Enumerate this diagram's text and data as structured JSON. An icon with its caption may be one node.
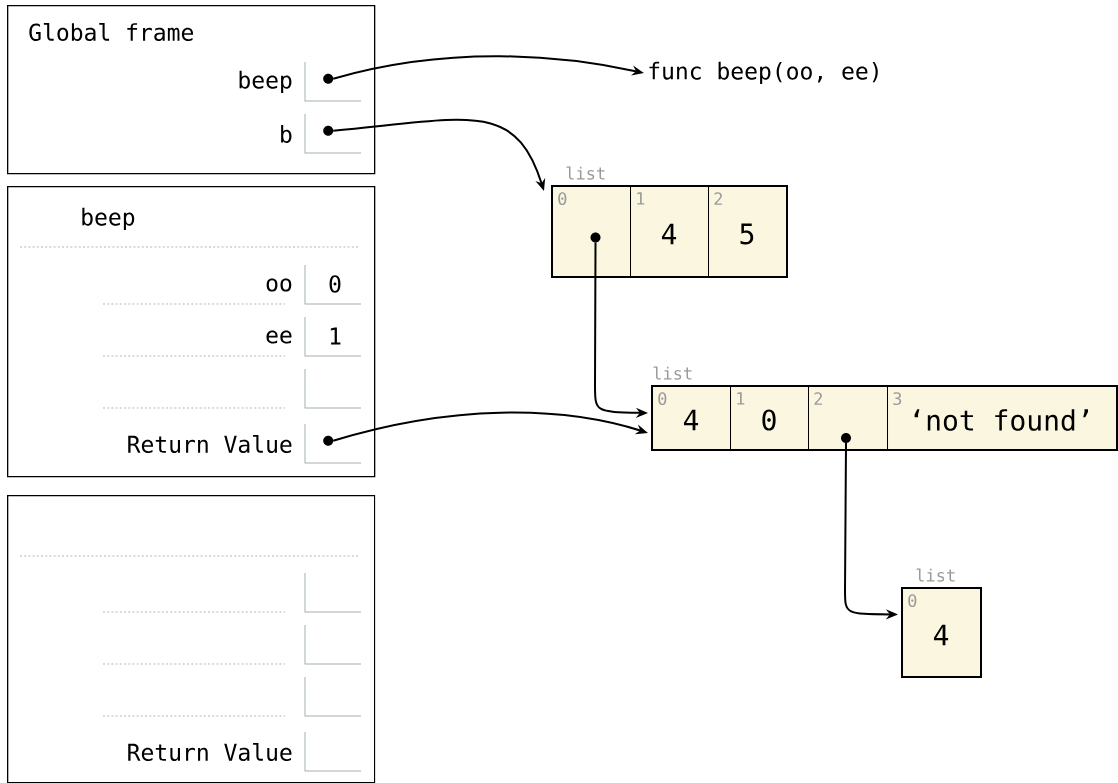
{
  "diagram": {
    "nodes": [
      {
        "text": [
          "Global frame"
        ]
      },
      {
        "text": [
          "beep"
        ],
        "in": 0
      },
      {
        "text": [
          "b"
        ],
        "in": 0
      },
      {
        "text": [
          "func beep(oo, ee)"
        ]
      },
      {
        "text": [
          "beep"
        ]
      },
      {
        "text": [
          "oo",
          "0"
        ],
        "in": 4
      },
      {
        "text": [
          "ee",
          "1"
        ],
        "in": 4
      },
      {
        "text": [],
        "shape": "box",
        "in": 4
      },
      {
        "text": [
          "Return Value"
        ],
        "in": 4
      },
      {
        "text": [],
        "shape": "box"
      },
      {
        "text": [],
        "shape": "box",
        "in": 9
      },
      {
        "text": [],
        "shape": "box",
        "in": 9
      },
      {
        "text": [],
        "shape": "box",
        "in": 9
      },
      {
        "text": [
          "Return Value"
        ],
        "in": 9
      },
      {
        "text": [
          "list"
        ]
      },
      {
        "text": [
          "0"
        ],
        "in": 14
      },
      {
        "text": [
          "1",
          "4"
        ],
        "in": 14
      },
      {
        "text": [
          "2",
          "5"
        ],
        "in": 14
      },
      {
        "text": [
          "list"
        ]
      },
      {
        "text": [
          "0",
          "4"
        ],
        "in": 18
      },
      {
        "text": [
          "1",
          "0"
        ],
        "in": 18
      },
      {
        "text": [
          "2"
        ],
        "in": 18
      },
      {
        "text": [
          "3",
          "‘not found’"
        ],
        "in": 18
      },
      {
        "text": [
          "list"
        ]
      },
      {
        "text": [
          "0",
          "4"
        ],
        "in": 23
      }
    ],
    "edges": [
      {
        "from": 1,
        "to": 3,
        "arrow": "to"
      },
      {
        "from": 2,
        "to": 14,
        "arrow": "to"
      },
      {
        "from": 15,
        "to": 18,
        "arrow": "to"
      },
      {
        "from": 8,
        "to": 18,
        "arrow": "to"
      },
      {
        "from": 21,
        "to": 23,
        "arrow": "to"
      }
    ]
  }
}
